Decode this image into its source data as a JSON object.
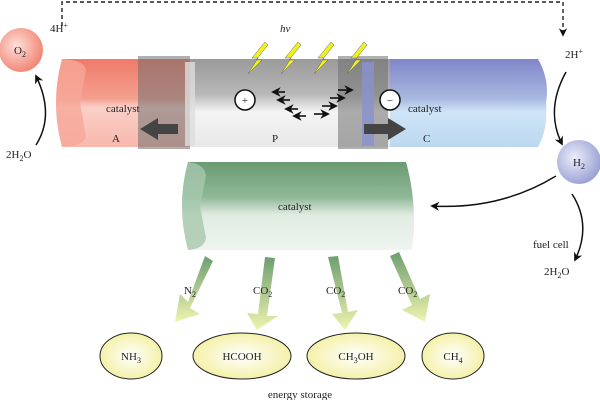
{
  "labels": {
    "proton_left": "4H",
    "proton_left_sup": "+",
    "proton_right": "2H",
    "proton_right_sup": "+",
    "o2": "O",
    "o2_sub": "2",
    "water_left": "2H",
    "water_left_sub": "2",
    "water_left_end": "O",
    "h2": "H",
    "h2_sub": "2",
    "fuel_cell": "fuel cell",
    "water_right": "2H",
    "water_right_sub": "2",
    "water_right_end": "O",
    "hv": "hv",
    "plus": "+",
    "minus": "−",
    "catalyst_anode": "catalyst",
    "anode": "A",
    "photo": "P",
    "catalyst_cathode": "catalyst",
    "cathode": "C",
    "catalyst_green": "catalyst",
    "energy_storage": "energy storage"
  },
  "inputs": [
    {
      "main": "N",
      "sub": "2"
    },
    {
      "main": "CO",
      "sub": "2"
    },
    {
      "main": "CO",
      "sub": "2"
    },
    {
      "main": "CO",
      "sub": "2"
    }
  ],
  "products": [
    {
      "a": "NH",
      "sub": "3",
      "b": ""
    },
    {
      "a": "HCOOH",
      "sub": "",
      "b": ""
    },
    {
      "a": "CH",
      "sub": "3",
      "b": "OH"
    },
    {
      "a": "CH",
      "sub": "4",
      "b": ""
    }
  ],
  "colors": {
    "anode": "#f08070",
    "cathode": "#8890d0",
    "photo": "#a8a8a8",
    "green": "#78a880",
    "bolt": "#f0f020",
    "product": "#f8f4b0"
  }
}
